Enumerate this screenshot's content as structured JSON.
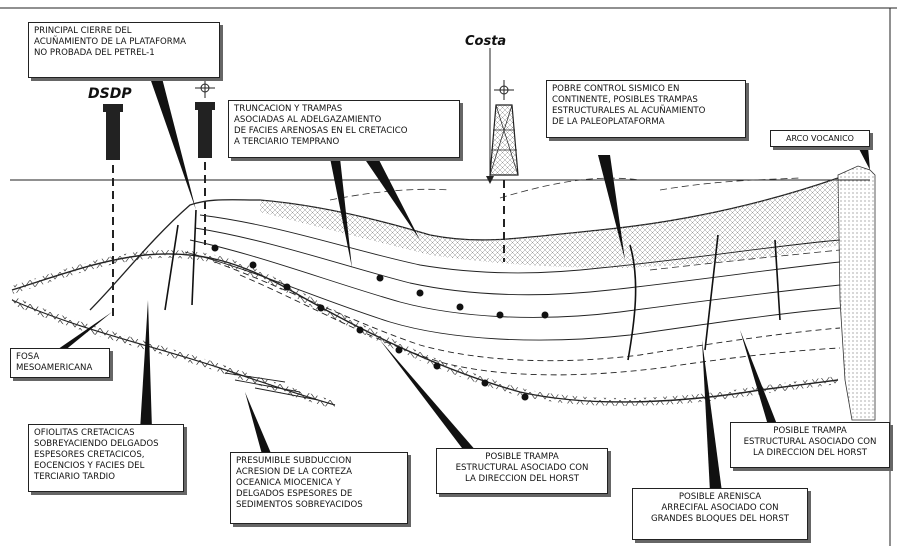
{
  "labels": {
    "dsdp": "DSDP",
    "costa": "Costa"
  },
  "callouts": [
    {
      "id": "cierre",
      "text": "PRINCIPAL CIERRE DEL\nACUÑAMIENTO DE LA PLATAFORMA\nNO PROBADA DEL PETREL-1"
    },
    {
      "id": "truncacion",
      "text": "TRUNCACION Y TRAMPAS\nASOCIADAS AL ADELGAZAMIENTO\nDE FACIES ARENOSAS EN EL CRETACICO\nA TERCIARIO TEMPRANO"
    },
    {
      "id": "pobre",
      "text": "POBRE CONTROL SISMICO EN\nCONTINENTE, POSIBLES TRAMPAS\nESTRUCTURALES AL ACUÑAMIENTO\nDE LA PALEOPLATAFORMA"
    },
    {
      "id": "arco",
      "text": "ARCO VOCANICO"
    },
    {
      "id": "fosa",
      "text": "FOSA\nMESOAMERICANA"
    },
    {
      "id": "ofiolitas",
      "text": "OFIOLITAS CRETACICAS\nSOBREYACIENDO DELGADOS\nESPESORES CRETACICOS,\nEOCENCIOS Y FACIES DEL\nTERCIARIO TARDIO"
    },
    {
      "id": "subduccion",
      "text": "PRESUMIBLE SUBDUCCION\nACRESION DE LA CORTEZA\nOCEANICA MIOCENICA Y\nDELGADOS ESPESORES DE\nSEDIMENTOS SOBREYACIDOS"
    },
    {
      "id": "trampa1",
      "text": "POSIBLE TRAMPA\nESTRUCTURAL ASOCIADO CON\nLA DIRECCION DEL HORST"
    },
    {
      "id": "trampa2",
      "text": "POSIBLE TRAMPA\nESTRUCTURAL ASOCIADO CON\nLA DIRECCION DEL HORST"
    },
    {
      "id": "arenisca",
      "text": "POSIBLE ARENISCA\nARRECIFAL ASOCIADO CON\nGRANDES BLOQUES DEL HORST"
    }
  ],
  "colors": {
    "line": "#111111",
    "hatch": "#888888",
    "shadow": "#666666"
  }
}
